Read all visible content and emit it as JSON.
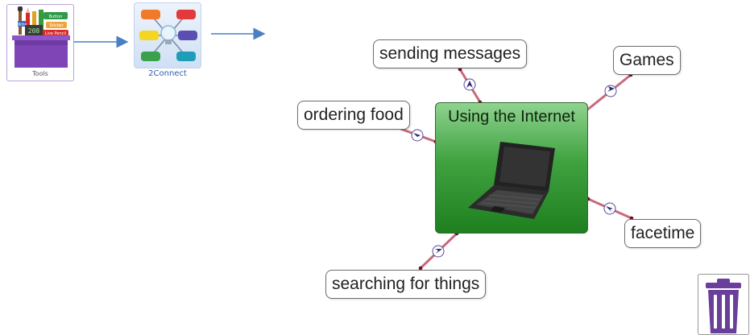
{
  "toolbar": {
    "tools_label": "Tools",
    "app_label": "2Connect",
    "tools_icon_words": [
      "Button",
      "Sticker",
      "Write",
      "Live Pencil",
      "208"
    ]
  },
  "diagram": {
    "central": {
      "title": "Using the Internet",
      "icon": "laptop-icon"
    },
    "nodes": [
      {
        "id": "sending-messages",
        "label": "sending messages"
      },
      {
        "id": "games",
        "label": "Games"
      },
      {
        "id": "ordering-food",
        "label": "ordering food"
      },
      {
        "id": "facetime",
        "label": "facetime"
      },
      {
        "id": "searching-for-things",
        "label": "searching for things"
      }
    ]
  },
  "trash": {
    "icon": "trash-icon"
  },
  "colors": {
    "arrow": "#4a7fc6",
    "central_top": "#8fd38f",
    "central_bottom": "#1f7f1f",
    "link": "#c86a7a",
    "trash_fill": "#6a3e9b"
  }
}
